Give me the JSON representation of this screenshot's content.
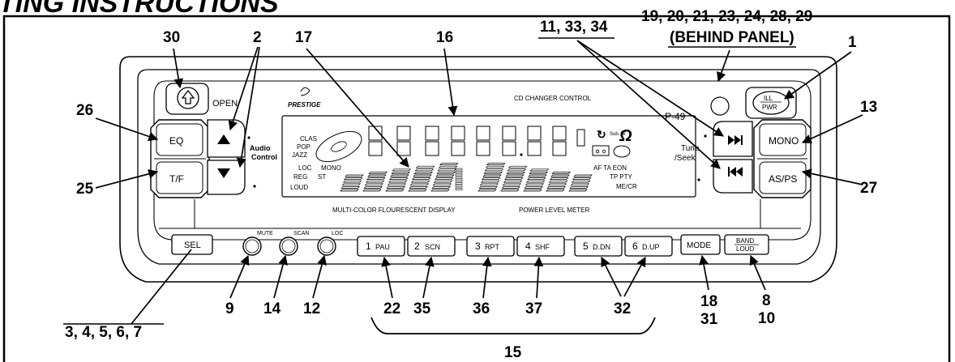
{
  "header": {
    "title": "TING INSTRUCTIONS"
  },
  "panel": {
    "brand": "PRESTIGE",
    "open_label": "OPEN",
    "cd_changer": "CD CHANGER CONTROL",
    "model": "P-49",
    "audio_control": [
      "Audio",
      "Control"
    ],
    "tune_seek": [
      "Tune",
      "/Seek"
    ],
    "display_caption": "MULTI-COLOR FLOURESCENT DISPLAY",
    "meter_caption": "POWER LEVEL METER",
    "ill_pwr": [
      "ILL",
      "PWR"
    ],
    "eq_modes": [
      "CLAS",
      "POP",
      "JAZZ"
    ],
    "left_indicators": [
      [
        "LOC",
        "MONO"
      ],
      [
        "REG",
        "ST"
      ],
      [
        "LOUD",
        ""
      ]
    ],
    "right_indicators": [
      "AF  TA    EON",
      "TP  PTY",
      "ME/CR"
    ],
    "sub_w": "Sub. W"
  },
  "buttons": {
    "eq": "EQ",
    "tf": "T/F",
    "mono": "MONO",
    "asps": "AS/PS",
    "sel": "SEL",
    "mode": "MODE",
    "band": "BAND",
    "loud": "LOUD",
    "mute": "MUTE",
    "scan": "SCAN",
    "loc": "LOC",
    "presets": [
      {
        "num": "1",
        "label": "PAU"
      },
      {
        "num": "2",
        "label": "SCN"
      },
      {
        "num": "3",
        "label": "RPT"
      },
      {
        "num": "4",
        "label": "SHF"
      },
      {
        "num": "5",
        "label": "D.DN"
      },
      {
        "num": "6",
        "label": "D.UP"
      }
    ]
  },
  "callouts": {
    "c30": "30",
    "c2": "2",
    "c17": "17",
    "c16": "16",
    "c11": "11, 33, 34",
    "c19": "19, 20, 21, 23, 24, 28, 29",
    "c19b": "(BEHIND PANEL)",
    "c1": "1",
    "c26": "26",
    "c13": "13",
    "c25": "25",
    "c27": "27",
    "c9": "9",
    "c14": "14",
    "c12": "12",
    "c22": "22",
    "c35": "35",
    "c36": "36",
    "c37": "37",
    "c32": "32",
    "c18": "18",
    "c31": "31",
    "c8": "8",
    "c10": "10",
    "c3": "3, 4, 5, 6, 7",
    "c15": "15"
  }
}
